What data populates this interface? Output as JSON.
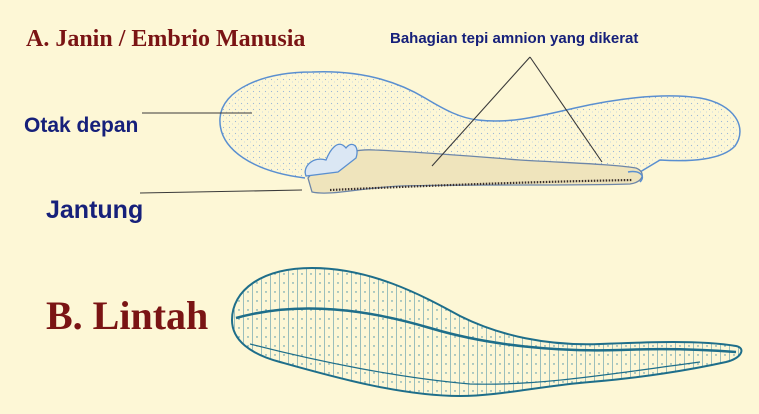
{
  "embryo": {
    "title": "A. Janin / Embrio Manusia",
    "label_amnion": "Bahagian tepi amnion yang dikerat",
    "label_forebrain": "Otak depan",
    "label_heart": "Jantung"
  },
  "leech": {
    "title": "B. Lintah"
  },
  "colors": {
    "background": "#fdf7d6",
    "title": "#7a1414",
    "label": "#16207a",
    "outline": "#5a8fd0",
    "leech": "#1e6e8a"
  }
}
